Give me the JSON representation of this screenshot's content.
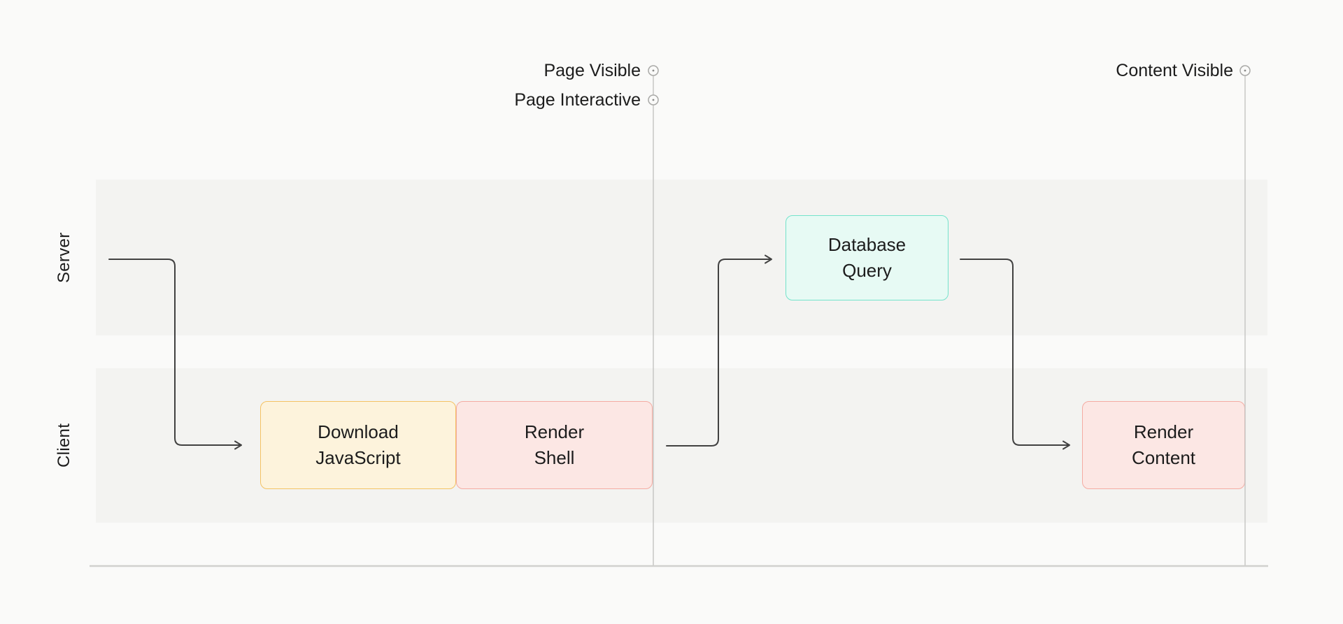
{
  "diagram": {
    "lanes": [
      {
        "id": "server",
        "label": "Server"
      },
      {
        "id": "client",
        "label": "Client"
      }
    ],
    "milestones": [
      {
        "id": "page-visible",
        "label": "Page Visible"
      },
      {
        "id": "page-interactive",
        "label": "Page Interactive"
      },
      {
        "id": "content-visible",
        "label": "Content Visible"
      }
    ],
    "nodes": [
      {
        "id": "download-javascript",
        "label": "Download\nJavaScript",
        "lane": "client",
        "fill": "#fdf3dc",
        "border": "#f4c263"
      },
      {
        "id": "render-shell",
        "label": "Render\nShell",
        "lane": "client",
        "fill": "#fce7e4",
        "border": "#f4aba2"
      },
      {
        "id": "database-query",
        "label": "Database\nQuery",
        "lane": "server",
        "fill": "#e7faf4",
        "border": "#74e3cb"
      },
      {
        "id": "render-content",
        "label": "Render\nContent",
        "lane": "client",
        "fill": "#fce7e4",
        "border": "#f4aba2"
      }
    ],
    "connections": [
      {
        "from": "server-start",
        "to": "download-javascript"
      },
      {
        "from": "render-shell",
        "to": "database-query"
      },
      {
        "from": "database-query",
        "to": "render-content"
      }
    ],
    "colors": {
      "background": "#fafaf9",
      "lane_band": "#f3f3f1",
      "axis": "#d0d0ce",
      "milestone_line": "#c8c8c6",
      "milestone_ring": "#a9a9a7",
      "arrow": "#414141",
      "text": "#1c1c1c"
    }
  }
}
